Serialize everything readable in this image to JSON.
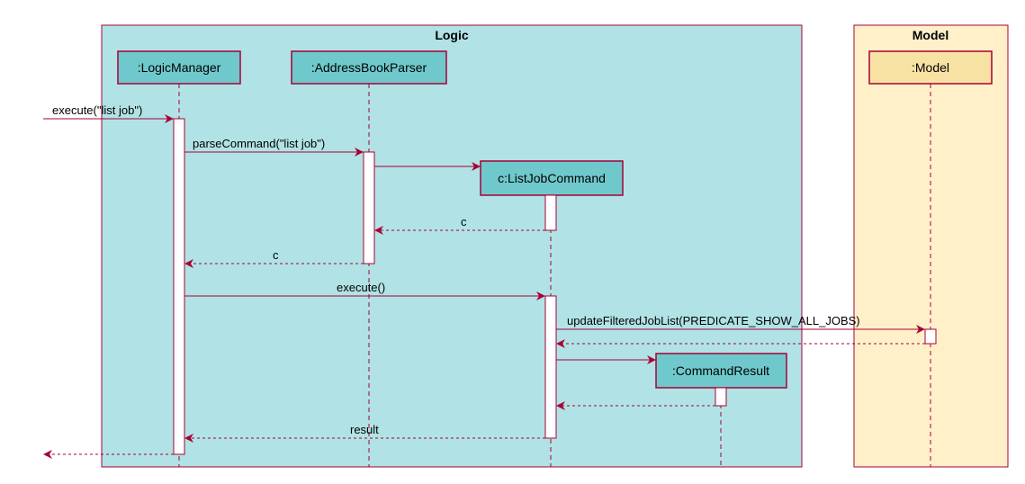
{
  "boxes": {
    "logic": {
      "title": "Logic",
      "fill": "#b1e3e6"
    },
    "model": {
      "title": "Model",
      "fill": "#fff0c9"
    }
  },
  "participants": {
    "logic_manager": ":LogicManager",
    "parser": ":AddressBookParser",
    "model": ":Model",
    "list_job_command": "c:ListJobCommand",
    "command_result": ":CommandResult"
  },
  "messages": {
    "execute_list_job": "execute(\"list job\")",
    "parse_command": "parseCommand(\"list job\")",
    "return_c_1": "c",
    "return_c_2": "c",
    "execute": "execute()",
    "update_filtered": "updateFilteredJobList(PREDICATE_SHOW_ALL_JOBS)",
    "result": "result"
  },
  "colors": {
    "line": "#a80036",
    "participant_fill": "#6fc9cc",
    "model_participant_fill": "#f7e2a3",
    "activation_fill": "#ffffff"
  }
}
